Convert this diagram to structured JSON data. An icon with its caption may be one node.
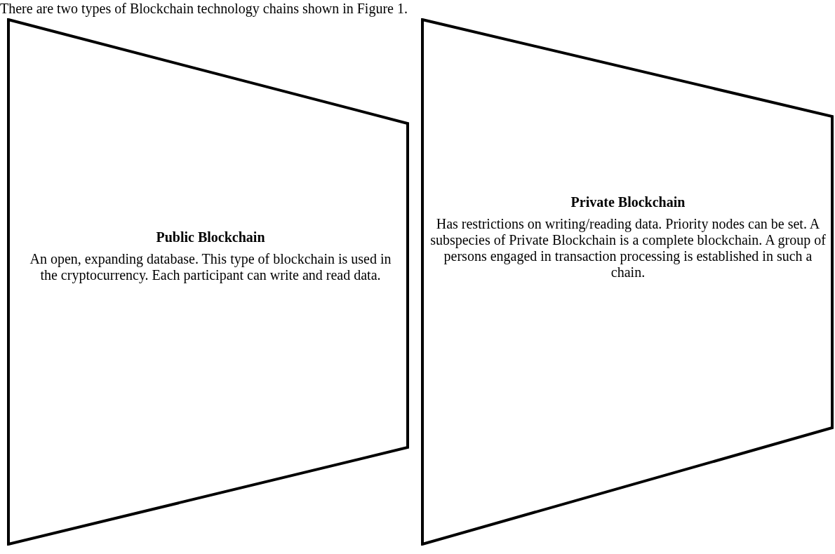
{
  "diagram": {
    "nodes": [
      {
        "text": [
          "Public Blockchain",
          "An open, expanding database. This type of blockchain is used in the cryptocurrency. Each participant can write and read data."
        ]
      },
      {
        "text": [
          "Private Blockchain",
          "Has restrictions on writing/reading data. Priority nodes can be set. A subspecies of Private Blockchain is a complete blockchain. A group of persons engaged in transaction processing is established in such a chain."
        ]
      }
    ],
    "labels": [
      "There are two types of Blockchain technology chains shown in Figure 1."
    ]
  }
}
